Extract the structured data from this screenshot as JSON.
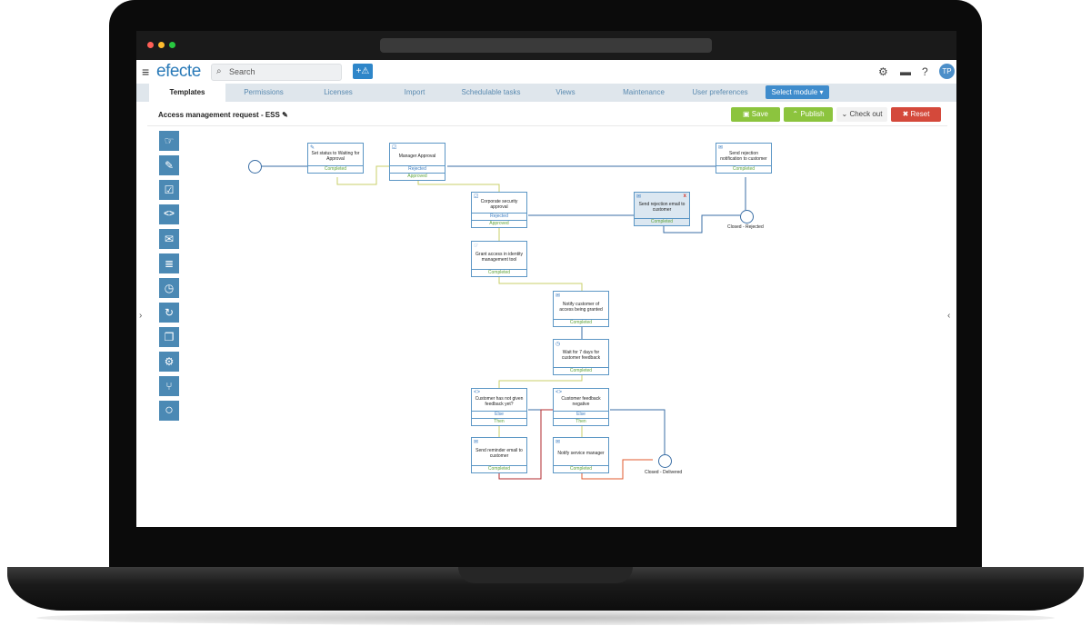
{
  "app": {
    "logo": "efecte",
    "search_placeholder": "Search",
    "add_label": "+⚠",
    "avatar_initials": "TP",
    "help_label": "?"
  },
  "tabs": [
    {
      "label": "Templates"
    },
    {
      "label": "Permissions"
    },
    {
      "label": "Licenses"
    },
    {
      "label": "Import"
    },
    {
      "label": "Schedulable tasks"
    },
    {
      "label": "Views"
    },
    {
      "label": "Maintenance"
    },
    {
      "label": "User preferences"
    }
  ],
  "select_module_label": "Select module ▾",
  "page": {
    "title": "Access management request - ESS",
    "save_label": "Save",
    "publish_label": "Publish",
    "checkout_label": "Check out",
    "reset_label": "Reset"
  },
  "palette": [
    {
      "icon": "hand-pointer-icon",
      "glyph": "☞"
    },
    {
      "icon": "edit-icon",
      "glyph": "✎"
    },
    {
      "icon": "checkbox-icon",
      "glyph": "☑"
    },
    {
      "icon": "code-icon",
      "glyph": "<>"
    },
    {
      "icon": "envelope-icon",
      "glyph": "✉"
    },
    {
      "icon": "document-icon",
      "glyph": "≣"
    },
    {
      "icon": "timer-icon",
      "glyph": "◷"
    },
    {
      "icon": "recurring-timer-icon",
      "glyph": "↻"
    },
    {
      "icon": "copy-icon",
      "glyph": "❐"
    },
    {
      "icon": "gears-icon",
      "glyph": "⚙"
    },
    {
      "icon": "branch-icon",
      "glyph": "⑂"
    },
    {
      "icon": "circle-icon",
      "glyph": "○"
    }
  ],
  "nodes": {
    "set_status": {
      "title": "Set status to Waiting for Approval",
      "rows": [
        "Completed"
      ]
    },
    "manager_approval": {
      "title": "Manager Approval",
      "rows": [
        "Rejected",
        "Approved"
      ]
    },
    "send_rejection_1": {
      "title": "Send rejection notification to customer",
      "rows": [
        "Completed"
      ]
    },
    "corporate_security": {
      "title": "Corporate security approval",
      "rows": [
        "Rejected",
        "Approved"
      ]
    },
    "send_rejection_2": {
      "title": "Send rejection email to customer",
      "rows": [
        "Completed"
      ]
    },
    "grant_access": {
      "title": "Grant access in identity management tool",
      "rows": [
        "Completed"
      ]
    },
    "notify_customer": {
      "title": "Notify customer of access being granted",
      "rows": [
        "Completed"
      ]
    },
    "wait_7_days": {
      "title": "Wait for 7 days for customer feedback",
      "rows": [
        "Completed"
      ]
    },
    "customer_given": {
      "title": "Customer has not given feedback yet?",
      "rows": [
        "Else",
        "Then"
      ]
    },
    "customer_negative": {
      "title": "Customer feedback negative",
      "rows": [
        "Else",
        "Then"
      ]
    },
    "send_reminder": {
      "title": "Send reminder email to customer",
      "rows": [
        "Completed"
      ]
    },
    "notify_manager": {
      "title": "Notify service manager",
      "rows": [
        "Completed"
      ]
    }
  },
  "end_states": {
    "closed_rejected": "Closed - Rejected",
    "closed_delivered": "Closed - Delivered"
  }
}
